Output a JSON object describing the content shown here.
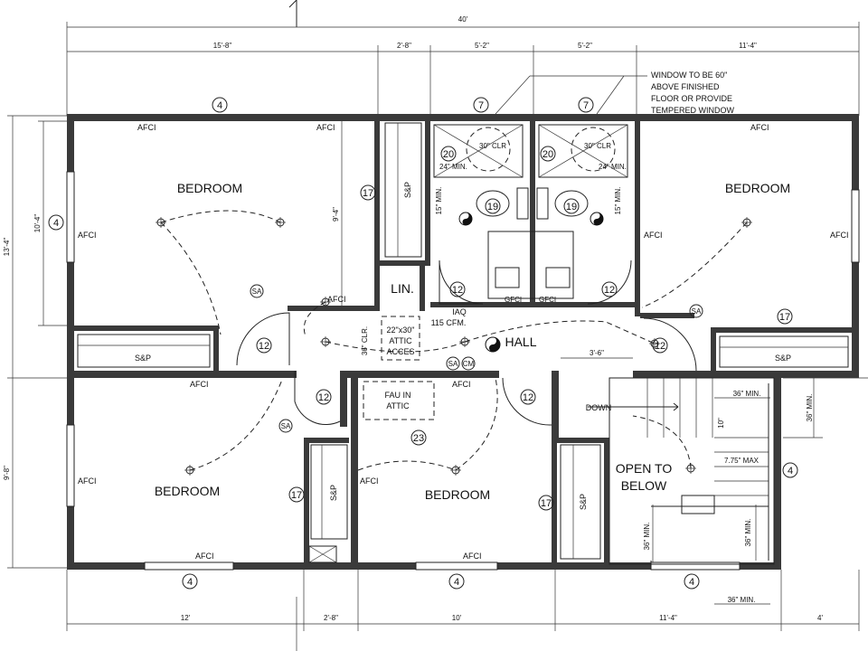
{
  "dimensions": {
    "overall": "40'",
    "top": [
      "15'-8\"",
      "2'-8\"",
      "5'-2\"",
      "5'-2\"",
      "11'-4\""
    ],
    "bottom": [
      "12'",
      "2'-8\"",
      "10'",
      "11'-4\"",
      "4'"
    ],
    "left": [
      "13'-4\"",
      "9'-8\""
    ],
    "left_inner": [
      "10'-4\"",
      "9'-4\""
    ],
    "bath_width": "3'-6\"",
    "stair_36_min": "36\" MIN.",
    "stair_riser": "10\"",
    "stair_tread": "7.75\" MAX",
    "clearance_24": "24\" MIN.",
    "clearance_15": "15\" MIN.",
    "clr_30": "30\" CLR",
    "clr_36": "36\" CLR."
  },
  "rooms": {
    "bedroom_nw": "BEDROOM",
    "bedroom_ne": "BEDROOM",
    "bedroom_sw": "BEDROOM",
    "bedroom_s": "BEDROOM",
    "hall": "HALL",
    "linen": "LIN.",
    "open_to_below": [
      "OPEN TO",
      "BELOW"
    ],
    "down": "DOWN"
  },
  "labels": {
    "afci": "AFCI",
    "gfci": "GFCI",
    "sp": "S&P",
    "sa": "SA",
    "cm": "CM",
    "iaq": "IAQ",
    "iaq_cfm": "115 CFM.",
    "attic_access": [
      "22\"x30\"",
      "ATTIC",
      "ACCES"
    ],
    "fau": [
      "FAU IN",
      "ATTIC"
    ],
    "window_note": [
      "WINDOW TO BE 60\"",
      "ABOVE FINISHED",
      "FLOOR OR PROVIDE",
      "TEMPERED WINDOW"
    ]
  },
  "tags": {
    "window": "4",
    "bath_note": "7",
    "door": "12",
    "closet": "17",
    "toilet": "19",
    "shower": "20",
    "fau": "23"
  },
  "colors": {
    "wall": "#3a3a3a",
    "line": "#222222",
    "background": "#ffffff"
  }
}
